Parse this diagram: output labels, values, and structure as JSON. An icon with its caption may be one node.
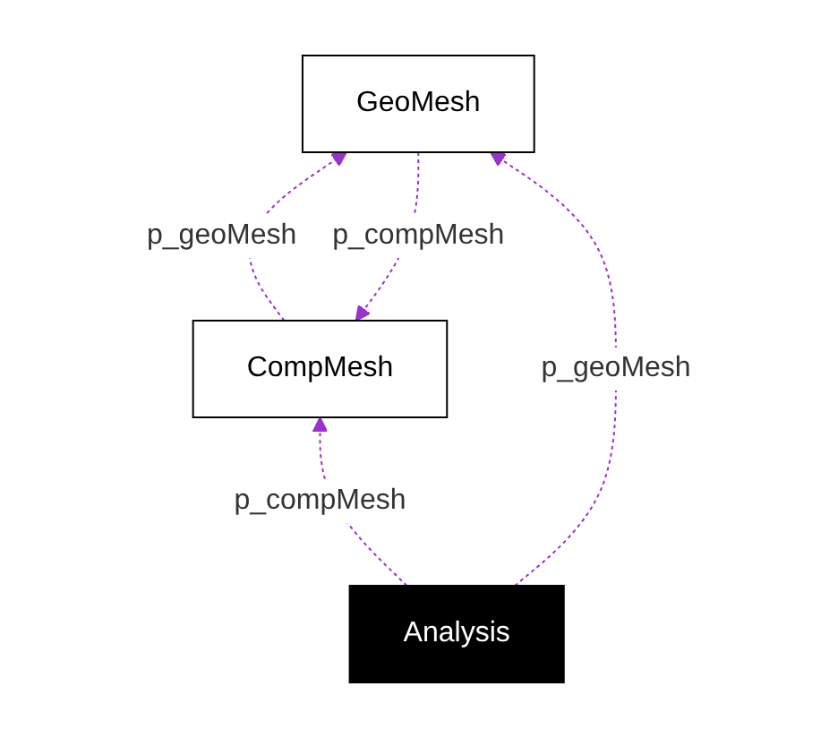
{
  "diagram": {
    "nodes": [
      {
        "text": [
          "CompMesh"
        ]
      },
      {
        "text": [
          "GeoMesh"
        ]
      },
      {
        "text": [
          "Analysis"
        ]
      }
    ],
    "edges": [
      {
        "from": 1,
        "to": 0,
        "arrow": "to",
        "style": "dashed",
        "label": "p_compMesh"
      },
      {
        "from": 0,
        "to": 1,
        "arrow": "to",
        "style": "dashed",
        "label": "p_geoMesh"
      },
      {
        "from": 2,
        "to": 0,
        "arrow": "to",
        "style": "dashed",
        "label": "p_compMesh"
      },
      {
        "from": 2,
        "to": 1,
        "arrow": "to",
        "style": "dashed",
        "label": "p_geoMesh"
      }
    ]
  }
}
